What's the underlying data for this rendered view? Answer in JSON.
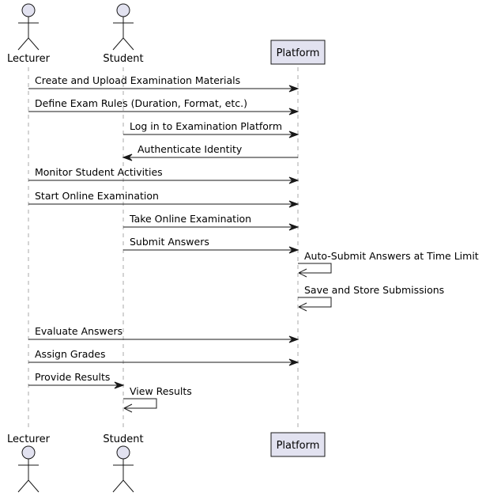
{
  "participants": [
    {
      "id": "lecturer",
      "label": "Lecturer",
      "kind": "actor"
    },
    {
      "id": "student",
      "label": "Student",
      "kind": "actor"
    },
    {
      "id": "platform",
      "label": "Platform",
      "kind": "participant"
    }
  ],
  "messages": [
    {
      "from": "lecturer",
      "to": "platform",
      "label": "Create and Upload Examination Materials"
    },
    {
      "from": "lecturer",
      "to": "platform",
      "label": "Define Exam Rules (Duration, Format, etc.)"
    },
    {
      "from": "student",
      "to": "platform",
      "label": "Log in to Examination Platform"
    },
    {
      "from": "platform",
      "to": "student",
      "label": "Authenticate Identity"
    },
    {
      "from": "lecturer",
      "to": "platform",
      "label": "Monitor Student Activities"
    },
    {
      "from": "lecturer",
      "to": "platform",
      "label": "Start Online Examination"
    },
    {
      "from": "student",
      "to": "platform",
      "label": "Take Online Examination"
    },
    {
      "from": "student",
      "to": "platform",
      "label": "Submit Answers"
    },
    {
      "from": "platform",
      "to": "platform",
      "label": "Auto-Submit Answers at Time Limit"
    },
    {
      "from": "platform",
      "to": "platform",
      "label": "Save and Store Submissions"
    },
    {
      "from": "lecturer",
      "to": "platform",
      "label": "Evaluate Answers"
    },
    {
      "from": "lecturer",
      "to": "platform",
      "label": "Assign Grades"
    },
    {
      "from": "lecturer",
      "to": "student",
      "label": "Provide Results"
    },
    {
      "from": "student",
      "to": "student",
      "label": "View Results"
    }
  ]
}
